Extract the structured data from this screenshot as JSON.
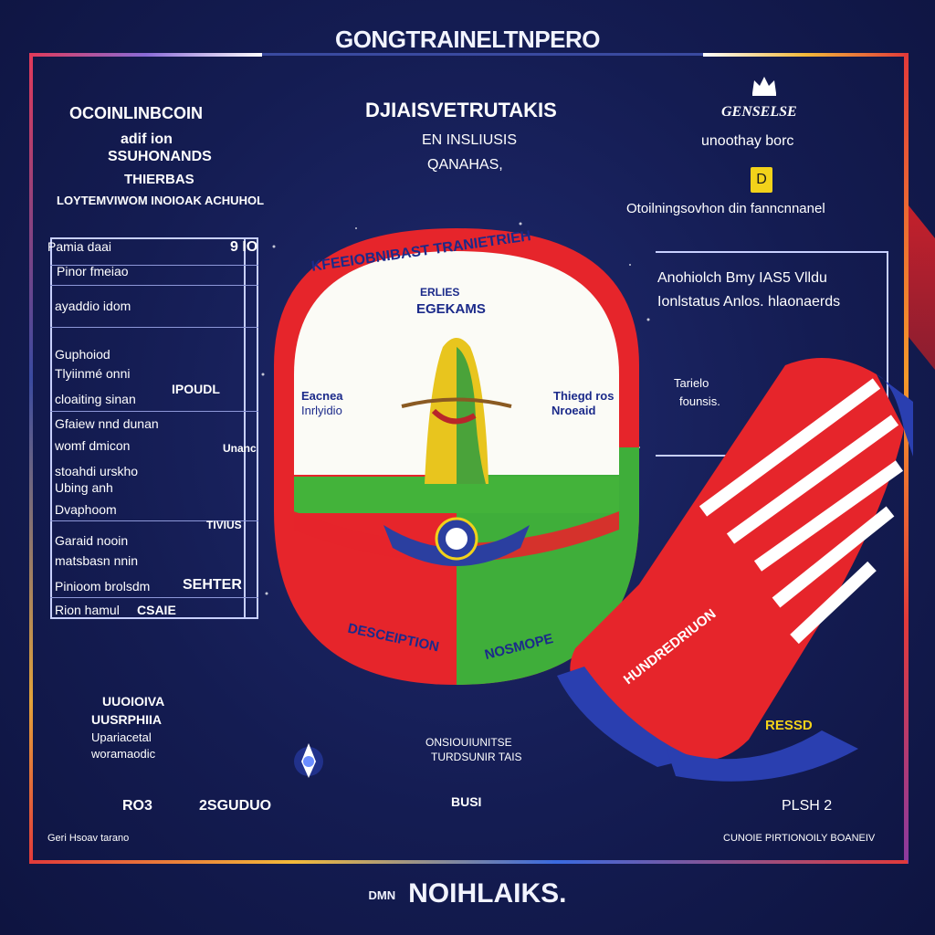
{
  "header": {
    "title": "GONGTRAINELTNPERO"
  },
  "left": {
    "heading_lines": [
      "OCOINLINBCOIN",
      "adif ion",
      "SSUHONANDS",
      "THIERBAS"
    ],
    "subheading": "LOYTEMVIWOM INOIOAK ACHUHOL",
    "row_labels": [
      "Pamia daai",
      "Pinor fmeiao",
      "ayaddio idom",
      "Guphoiod",
      "Tlyiinmé onni",
      "cloaiting sinan",
      "Gfaiew nnd dunan",
      "womf dmicon",
      "stoahdi urskho",
      "Ubing anh",
      "Dvaphoom",
      "Garaid nooin",
      "matsbasn nnin",
      "Pinioom brolsdm",
      "Rion hamul"
    ],
    "side_values": [
      "9 IO",
      "IPOUDL",
      "Unanc",
      "TIVIUS",
      "SEHTER",
      "CSAIE"
    ],
    "bottom_block": [
      "UUOIOIVA",
      "UUSRPHIIA",
      "Upariacetal",
      "woramaodic"
    ],
    "bottom_codes": [
      "RO3",
      "2SGUDUO"
    ],
    "footnote_left": "Geri Hsoav tarano"
  },
  "center": {
    "heading_lines": [
      "DJIAISVETRUTAKIS",
      "EN INSLIUSIS",
      "QANAHAS,"
    ],
    "emblem_top": "KFEEIOBNIBAST TRANIETRIEH",
    "emblem_inner_lines": [
      "ERLIES",
      "EGEKAMS"
    ],
    "emblem_left": [
      "Eacnea",
      "Inrlyidio"
    ],
    "emblem_right": [
      "Thiegd ros",
      "Nroeaid"
    ],
    "emblem_bottom_left": "DESCEIPTION",
    "emblem_bottom_right": "NOSMOPE",
    "caption_lines": [
      "ONSIOUIUNITSE",
      "TURDSUNIR TAIS"
    ],
    "code": "BUSI"
  },
  "right": {
    "brand_name": "GENSELSE",
    "brand_sub": "unoothay borc",
    "badge": "D",
    "heading": "Otoilningsovhon din fanncnnanel",
    "panel_lines": [
      "Anohiolch Bmy IAS5 Vlldu",
      "Ionlstatus Anlos. hlaonaerds"
    ],
    "note_lines": [
      "Tarielo",
      "founsis."
    ],
    "sock_text": "HUNDREDRIUON",
    "sock_badge": "RESSD",
    "code": "PLSH 2",
    "footnote_right": "CUNOIE PIRTIONOILY BOANEIV"
  },
  "footer": {
    "small": "DMN",
    "title": "NOIHLAIKS."
  },
  "colors": {
    "background": "#141c52",
    "red": "#e6252b",
    "green": "#3fae3a",
    "yellow": "#f2d21a",
    "white": "#ffffff"
  }
}
